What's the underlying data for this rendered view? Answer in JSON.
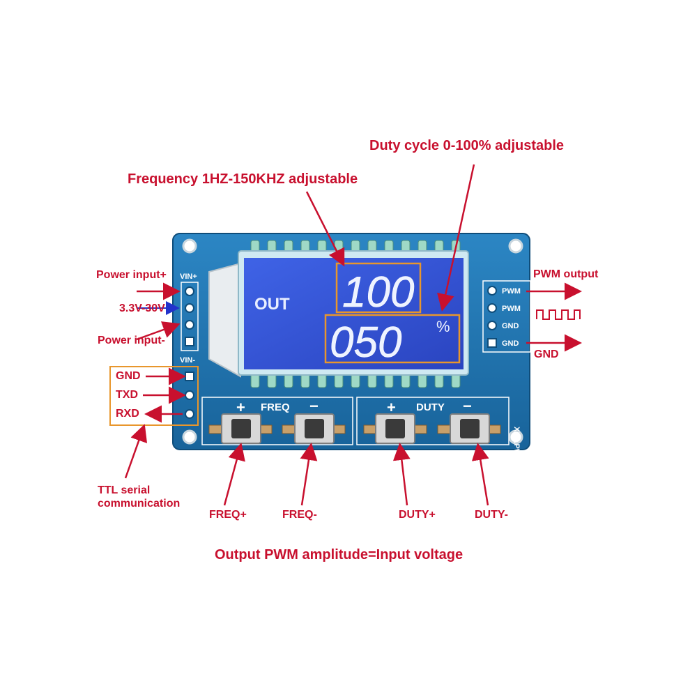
{
  "annotations": {
    "frequency": "Frequency 1HZ-150KHZ adjustable",
    "duty_cycle": "Duty cycle 0-100%  adjustable",
    "power_input_plus": "Power input+",
    "voltage_range": "3.3V-30V",
    "power_input_minus": "Power input-",
    "gnd_left": "GND",
    "txd": "TXD",
    "rxd": "RXD",
    "ttl_serial": "TTL serial\ncommunication",
    "pwm_output": "PWM output",
    "gnd_right": "GND",
    "freq_plus": "FREQ+",
    "freq_minus": "FREQ-",
    "duty_plus": "DUTY+",
    "duty_minus": "DUTY-",
    "amplitude_note": "Output PWM amplitude=Input voltage"
  },
  "board": {
    "vin_plus": "VIN+",
    "vin_minus": "VIN-",
    "model": "XY-LPWM",
    "pin_labels_right": [
      "PWM",
      "PWM",
      "GND",
      "GND"
    ],
    "freq_group": {
      "plus": "+",
      "label": "FREQ",
      "minus": "−"
    },
    "duty_group": {
      "plus": "+",
      "label": "DUTY",
      "minus": "−"
    }
  },
  "lcd": {
    "out_label": "OUT",
    "frequency_value": "100",
    "duty_value": "050",
    "percent": "%"
  },
  "colors": {
    "annotation_red": "#c8102e",
    "board_blue": "#1f6fa8",
    "lcd_blue": "#2f4fd0",
    "highlight_orange": "#e8962c",
    "arrow_blue": "#2233cc"
  }
}
